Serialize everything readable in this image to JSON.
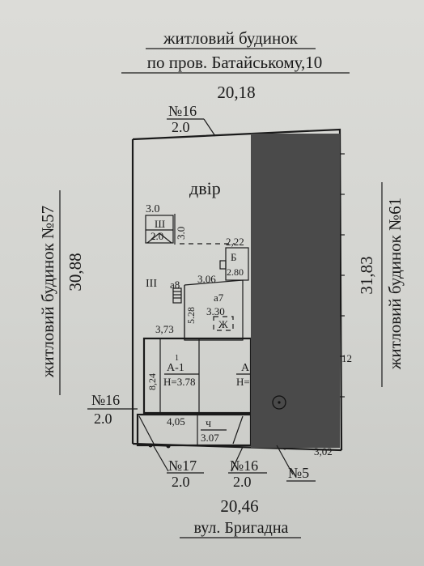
{
  "top_neighbor": {
    "line1": "житловий будинок",
    "line2": "по пров. Батайському,10"
  },
  "left_neighbor": {
    "label": "житловий будинок №57",
    "dimension": "30,88"
  },
  "right_neighbor": {
    "label": "житловий будинок №61",
    "dimension": "31,83"
  },
  "street": {
    "dimension": "20,46",
    "name": "вул. Бригадна"
  },
  "top_dimension": "20,18",
  "corner_marks": {
    "top": {
      "number": "№16",
      "value": "2.0"
    },
    "left": {
      "number": "№16",
      "value": "2.0"
    },
    "bottom_left": {
      "number": "№17",
      "value": "2.0"
    },
    "bottom_mid": {
      "number": "№16",
      "value": "2.0"
    },
    "bottom_right": {
      "number": "№5"
    }
  },
  "yard_label": "двір",
  "shed": {
    "width": "3.0",
    "letter": "Ш",
    "height": "2.0",
    "side": "3.0"
  },
  "building_b": {
    "width": "2,22",
    "letter": "Б",
    "depth": "2.80"
  },
  "annex_labels": {
    "roman": "III",
    "a8": "а8",
    "a7": "а7",
    "dim_306": "3.06",
    "dim_528": "5.28",
    "dim_330": "3.30",
    "zh": "Ж",
    "dim_373": "3,73"
  },
  "house": {
    "label_a1": "А-1",
    "sup_a1": "1",
    "height_a1": "Н=3.78",
    "label_a_partial": "А",
    "height_partial": "Н=",
    "dim_824": "8,24",
    "dim_405": "4,05",
    "ch": "ч",
    "dim_307": "3.07",
    "right_12": "12",
    "dim_302": "3,02"
  }
}
